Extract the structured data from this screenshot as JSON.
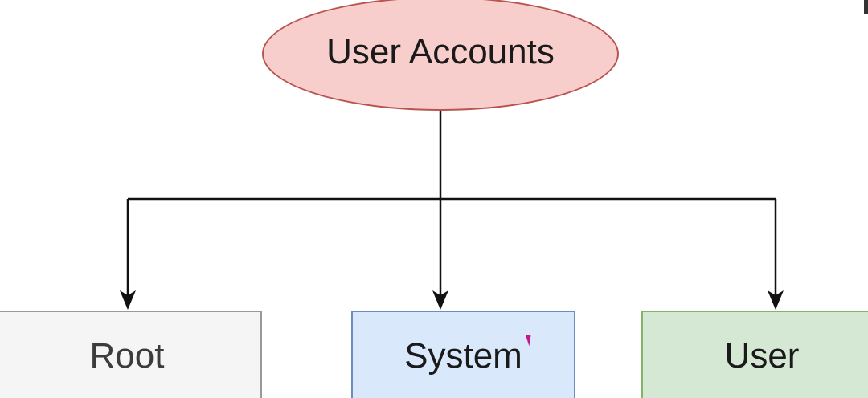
{
  "diagram": {
    "root_node": {
      "label": "User Accounts",
      "fill": "#f8cecc",
      "border": "#b85450"
    },
    "child_nodes": [
      {
        "id": "root",
        "label": "Root",
        "fill": "#f5f5f5",
        "border": "#999999"
      },
      {
        "id": "system",
        "label": "System",
        "fill": "#dae8fc",
        "border": "#6c8ebf"
      },
      {
        "id": "user",
        "label": "User",
        "fill": "#d5e8d4",
        "border": "#82b366"
      }
    ],
    "edge_color": "#111111"
  }
}
